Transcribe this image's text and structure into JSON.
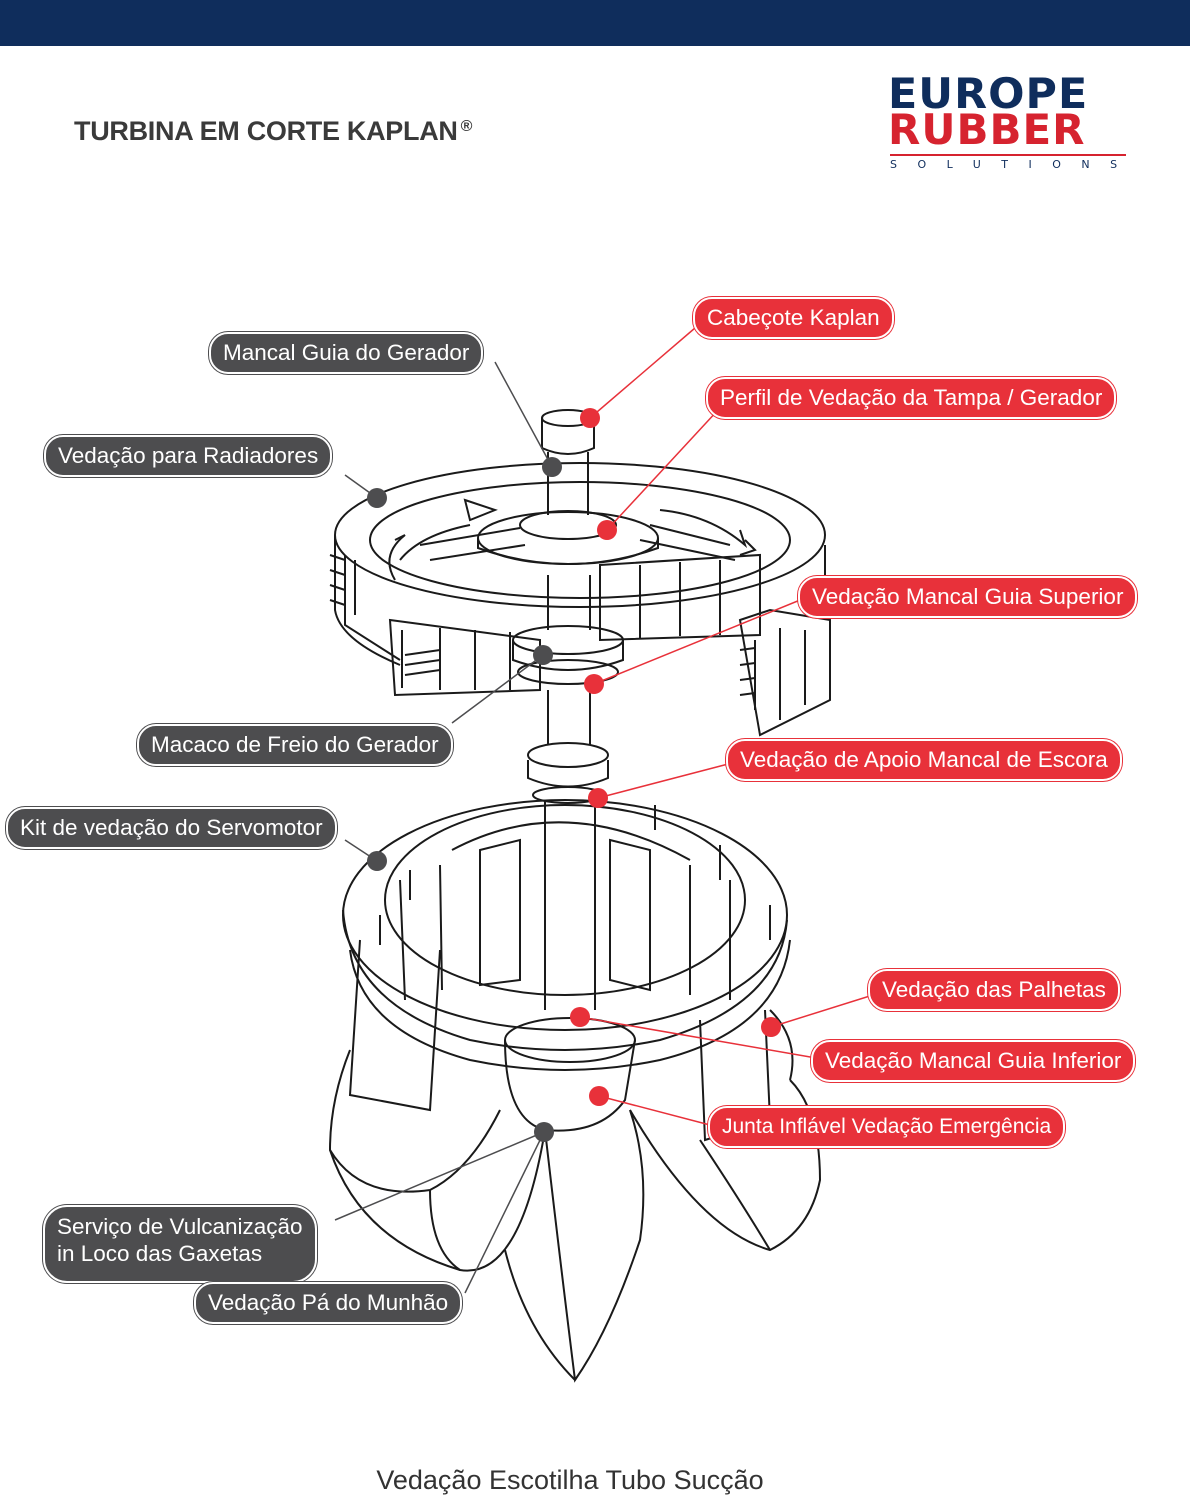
{
  "header": {
    "title": "TURBINA EM CORTE KAPLAN",
    "registered": "®"
  },
  "logo": {
    "line1": "EUROPE",
    "line2": "RUBBER",
    "line3": "SOLUTIONS"
  },
  "labels": {
    "cabecote": "Cabeçote Kaplan",
    "mancal_guia_gerador": "Mancal Guia do Gerador",
    "perfil_vedacao": "Perfil de Vedação da Tampa / Gerador",
    "vedacao_radiadores": "Vedação para Radiadores",
    "mancal_guia_superior": "Vedação Mancal Guia Superior",
    "macaco_freio": "Macaco de Freio do Gerador",
    "apoio_mancal_escora": "Vedação de Apoio Mancal de Escora",
    "kit_servomotor": "Kit de vedação do Servomotor",
    "palhetas": "Vedação das Palhetas",
    "mancal_guia_inferior": "Vedação Mancal Guia Inferior",
    "junta_inflavel": "Junta Inflável Vedação Emergência",
    "vulcanizacao_l1": "Serviço de Vulcanização",
    "vulcanizacao_l2": "in Loco das Gaxetas",
    "pa_munhao": "Vedação Pá do Munhão"
  },
  "caption": "Vedação Escotilha Tubo Sucção",
  "colors": {
    "navy": "#0f2d5c",
    "red": "#e8313a",
    "dark": "#4d4d4f"
  }
}
